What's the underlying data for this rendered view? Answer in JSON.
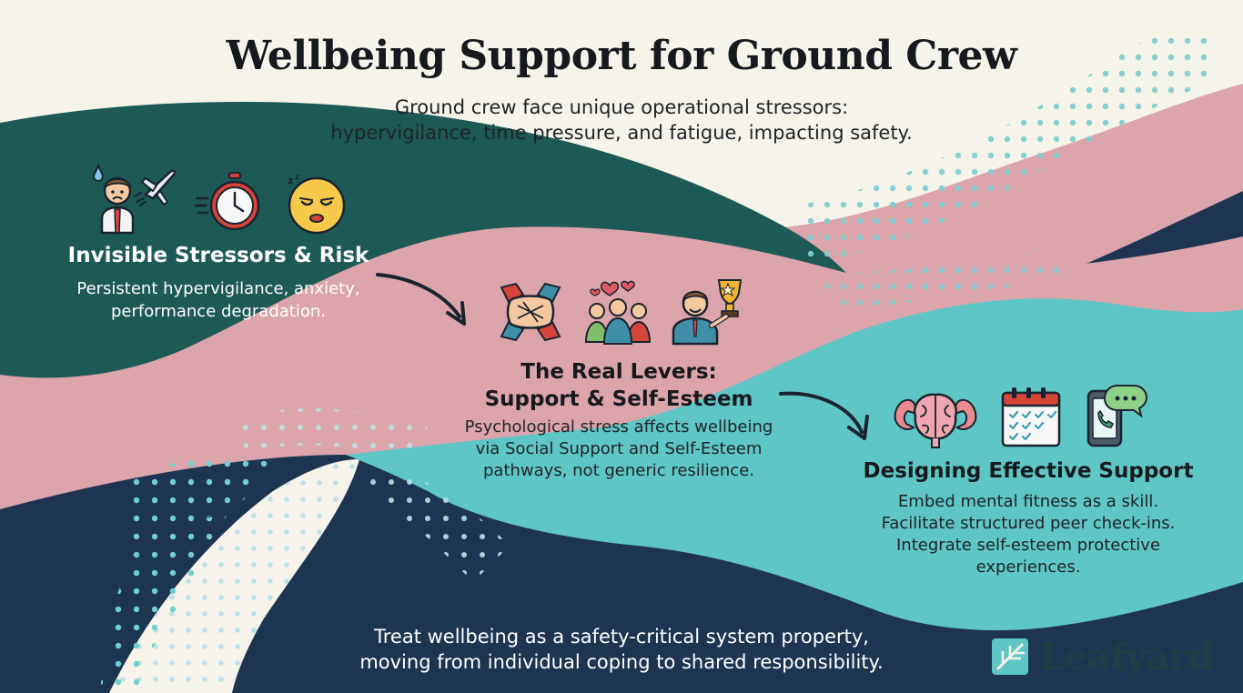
{
  "title": "Wellbeing Support for Ground Crew",
  "subtitle_line1": "Ground crew face unique operational stressors:",
  "subtitle_line2": "hypervigilance, time pressure, and fatigue, impacting safety.",
  "sections": [
    {
      "title": "Invisible Stressors & Risk",
      "body_line1": "Persistent hypervigilance, anxiety,",
      "body_line2": "performance degradation.",
      "icons": [
        "stressed-worker-icon",
        "airplane-icon",
        "stopwatch-icon",
        "tired-face-icon"
      ]
    },
    {
      "title_line1": "The Real Levers:",
      "title_line2": "Support & Self-Esteem",
      "body_line1": "Psychological stress affects wellbeing",
      "body_line2": "via Social Support and Self-Esteem",
      "body_line3": "pathways, not generic resilience.",
      "icons": [
        "hands-together-icon",
        "group-hearts-icon",
        "trophy-person-icon"
      ]
    },
    {
      "title": "Designing Effective Support",
      "body_line1": "Embed mental fitness as a skill.",
      "body_line2": "Facilitate structured peer check-ins.",
      "body_line3": "Integrate self-esteem protective",
      "body_line4": "experiences.",
      "icons": [
        "strong-brain-icon",
        "calendar-checks-icon",
        "phone-chat-icon"
      ]
    }
  ],
  "footer_line1": "Treat wellbeing as a safety-critical system property,",
  "footer_line2": "moving from individual coping to shared responsibility.",
  "brand": {
    "name": "Leafyard"
  },
  "colors": {
    "background": "#f5f3ea",
    "dark_green": "#1d5a56",
    "pink": "#dca4ab",
    "teal": "#5ec6c4",
    "navy": "#1e3552",
    "text": "#16191d"
  }
}
